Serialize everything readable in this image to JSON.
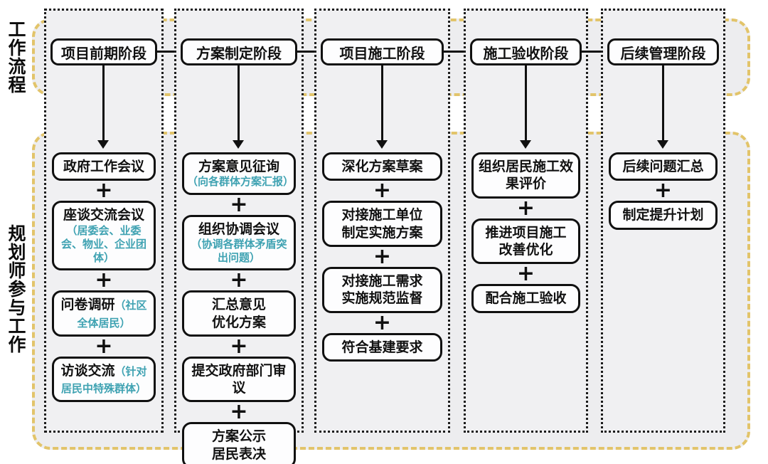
{
  "side_labels": {
    "workflow": "工作流程",
    "planner": "规划师参与工作"
  },
  "plus_symbol": "+",
  "colors": {
    "band_dash": "#e2c46a",
    "note_teal": "#3fa2b2",
    "line_black": "#101010"
  },
  "stages": [
    {
      "label": "项目前期阶段",
      "tasks": [
        {
          "main": "政府工作会议"
        },
        {
          "main": "座谈交流会议",
          "note": "（居委会、业委会、物业、企业团体）",
          "note_layout": "block"
        },
        {
          "main": "问卷调研",
          "note": "（社区全体居民）",
          "note_layout": "inline"
        },
        {
          "main": "访谈交流",
          "note": "（针对居民中特殊群体）",
          "note_layout": "inline"
        }
      ]
    },
    {
      "label": "方案制定阶段",
      "tasks": [
        {
          "main": "方案意见征询",
          "note": "（向各群体方案汇报）",
          "note_layout": "block"
        },
        {
          "main": "组织协调会议",
          "note": "（协调各群体矛盾突出问题）",
          "note_layout": "block"
        },
        {
          "main": "汇总意见\n优化方案"
        },
        {
          "main": "提交政府部门审议"
        },
        {
          "main": "方案公示\n居民表决"
        }
      ]
    },
    {
      "label": "项目施工阶段",
      "tasks": [
        {
          "main": "深化方案草案"
        },
        {
          "main": "对接施工单位\n制定实施方案"
        },
        {
          "main": "对接施工需求\n实施规范监督"
        },
        {
          "main": "符合基建要求"
        }
      ]
    },
    {
      "label": "施工验收阶段",
      "tasks": [
        {
          "main": "组织居民施工效果评价"
        },
        {
          "main": "推进项目施工\n改善优化"
        },
        {
          "main": "配合施工验收"
        }
      ]
    },
    {
      "label": "后续管理阶段",
      "tasks": [
        {
          "main": "后续问题汇总"
        },
        {
          "main": "制定提升计划"
        }
      ]
    }
  ]
}
